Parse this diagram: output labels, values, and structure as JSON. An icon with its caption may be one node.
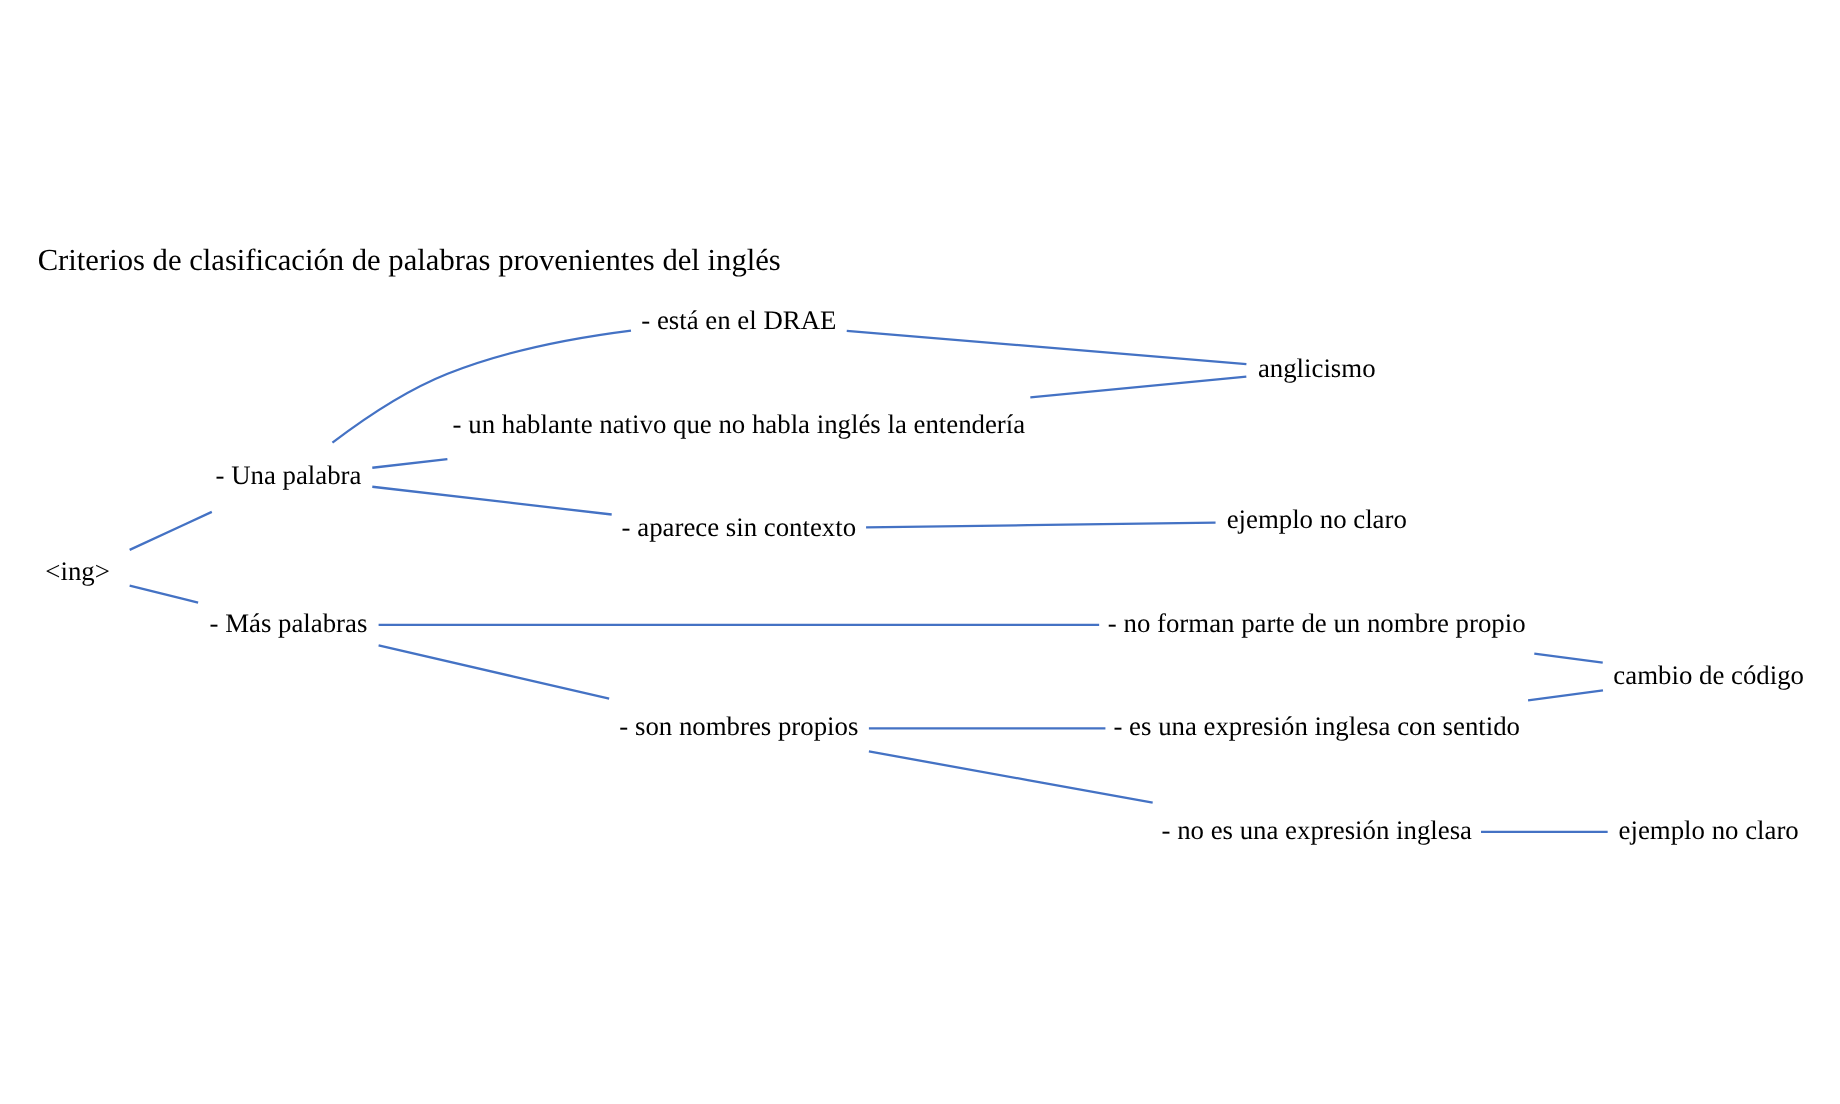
{
  "diagram": {
    "title": "Criterios de clasificación de palabras provenientes del inglés",
    "nodes": [
      {
        "text": [
          "<ing>"
        ]
      },
      {
        "text": [
          "- Una palabra"
        ]
      },
      {
        "text": [
          "- Más palabras"
        ]
      },
      {
        "text": [
          "- está en el DRAE"
        ]
      },
      {
        "text": [
          "- un hablante nativo que no habla inglés la entendería"
        ]
      },
      {
        "text": [
          "- aparece sin contexto"
        ]
      },
      {
        "text": [
          "anglicismo"
        ]
      },
      {
        "text": [
          "ejemplo no claro"
        ]
      },
      {
        "text": [
          "- no forman parte de un nombre propio"
        ]
      },
      {
        "text": [
          "- son nombres propios"
        ]
      },
      {
        "text": [
          "- es una expresión inglesa con sentido"
        ]
      },
      {
        "text": [
          "- no es una expresión inglesa"
        ]
      },
      {
        "text": [
          "cambio de código"
        ]
      },
      {
        "text": [
          "ejemplo no claro"
        ]
      }
    ],
    "edges": [
      {
        "from": 0,
        "to": 1,
        "arrow": "none"
      },
      {
        "from": 0,
        "to": 2,
        "arrow": "none"
      },
      {
        "from": 1,
        "to": 3,
        "arrow": "none"
      },
      {
        "from": 1,
        "to": 4,
        "arrow": "none"
      },
      {
        "from": 1,
        "to": 5,
        "arrow": "none"
      },
      {
        "from": 3,
        "to": 6,
        "arrow": "none"
      },
      {
        "from": 4,
        "to": 6,
        "arrow": "none"
      },
      {
        "from": 5,
        "to": 7,
        "arrow": "none"
      },
      {
        "from": 2,
        "to": 8,
        "arrow": "none"
      },
      {
        "from": 2,
        "to": 9,
        "arrow": "none"
      },
      {
        "from": 9,
        "to": 10,
        "arrow": "none"
      },
      {
        "from": 9,
        "to": 11,
        "arrow": "none"
      },
      {
        "from": 8,
        "to": 12,
        "arrow": "none"
      },
      {
        "from": 10,
        "to": 12,
        "arrow": "none"
      },
      {
        "from": 11,
        "to": 13,
        "arrow": "none"
      }
    ]
  }
}
